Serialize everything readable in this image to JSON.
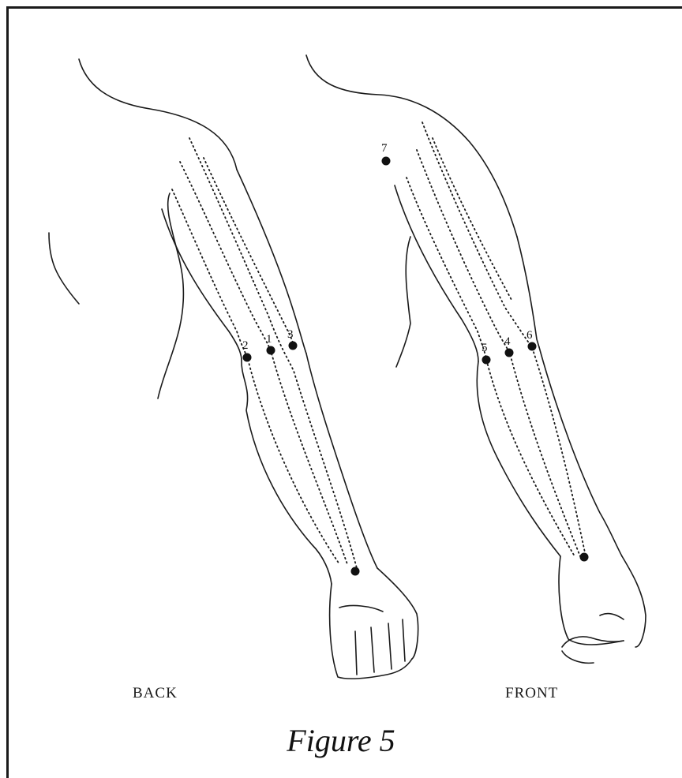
{
  "figure": {
    "title": "Figure 5",
    "views": [
      {
        "label": "BACK",
        "points": [
          "1",
          "2",
          "3"
        ]
      },
      {
        "label": "FRONT",
        "points": [
          "4",
          "5",
          "6",
          "7"
        ]
      }
    ]
  }
}
